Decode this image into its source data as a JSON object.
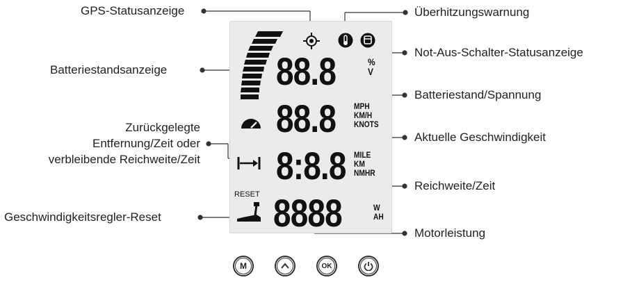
{
  "labels": {
    "gps": "GPS-Statusanzeige",
    "overheat": "Überhitzungswarnung",
    "estop": "Not-Aus-Schalter-Statusanzeige",
    "battery_gauge": "Batteriestandsanzeige",
    "battery_level": "Batteriestand/Spannung",
    "distance_l1": "Zurückgelegte",
    "distance_l2": "Entfernung/Zeit oder",
    "distance_l3": "verbleibende Reichweite/Zeit",
    "speed": "Aktuelle Geschwindigkeit",
    "range": "Reichweite/Zeit",
    "cruise_reset": "Geschwindigkeitsregler-Reset",
    "motor_power": "Motorleistung"
  },
  "lcd": {
    "row1_digits": "88.8",
    "row1_units": [
      "%",
      "V"
    ],
    "row2_digits": "88.8",
    "row2_units": [
      "MPH",
      "KM/H",
      "KNOTS"
    ],
    "row3_digits": "8:8.8",
    "row3_units": [
      "MILE",
      "KM",
      "NMHR"
    ],
    "row4_digits": "8888",
    "row4_units": [
      "W",
      "AH"
    ],
    "reset_text": "RESET"
  },
  "buttons": {
    "mode": "M",
    "ok": "OK"
  },
  "colors": {
    "lcd_bg": "#ebebeb",
    "segment": "#111111",
    "text": "#222222"
  }
}
